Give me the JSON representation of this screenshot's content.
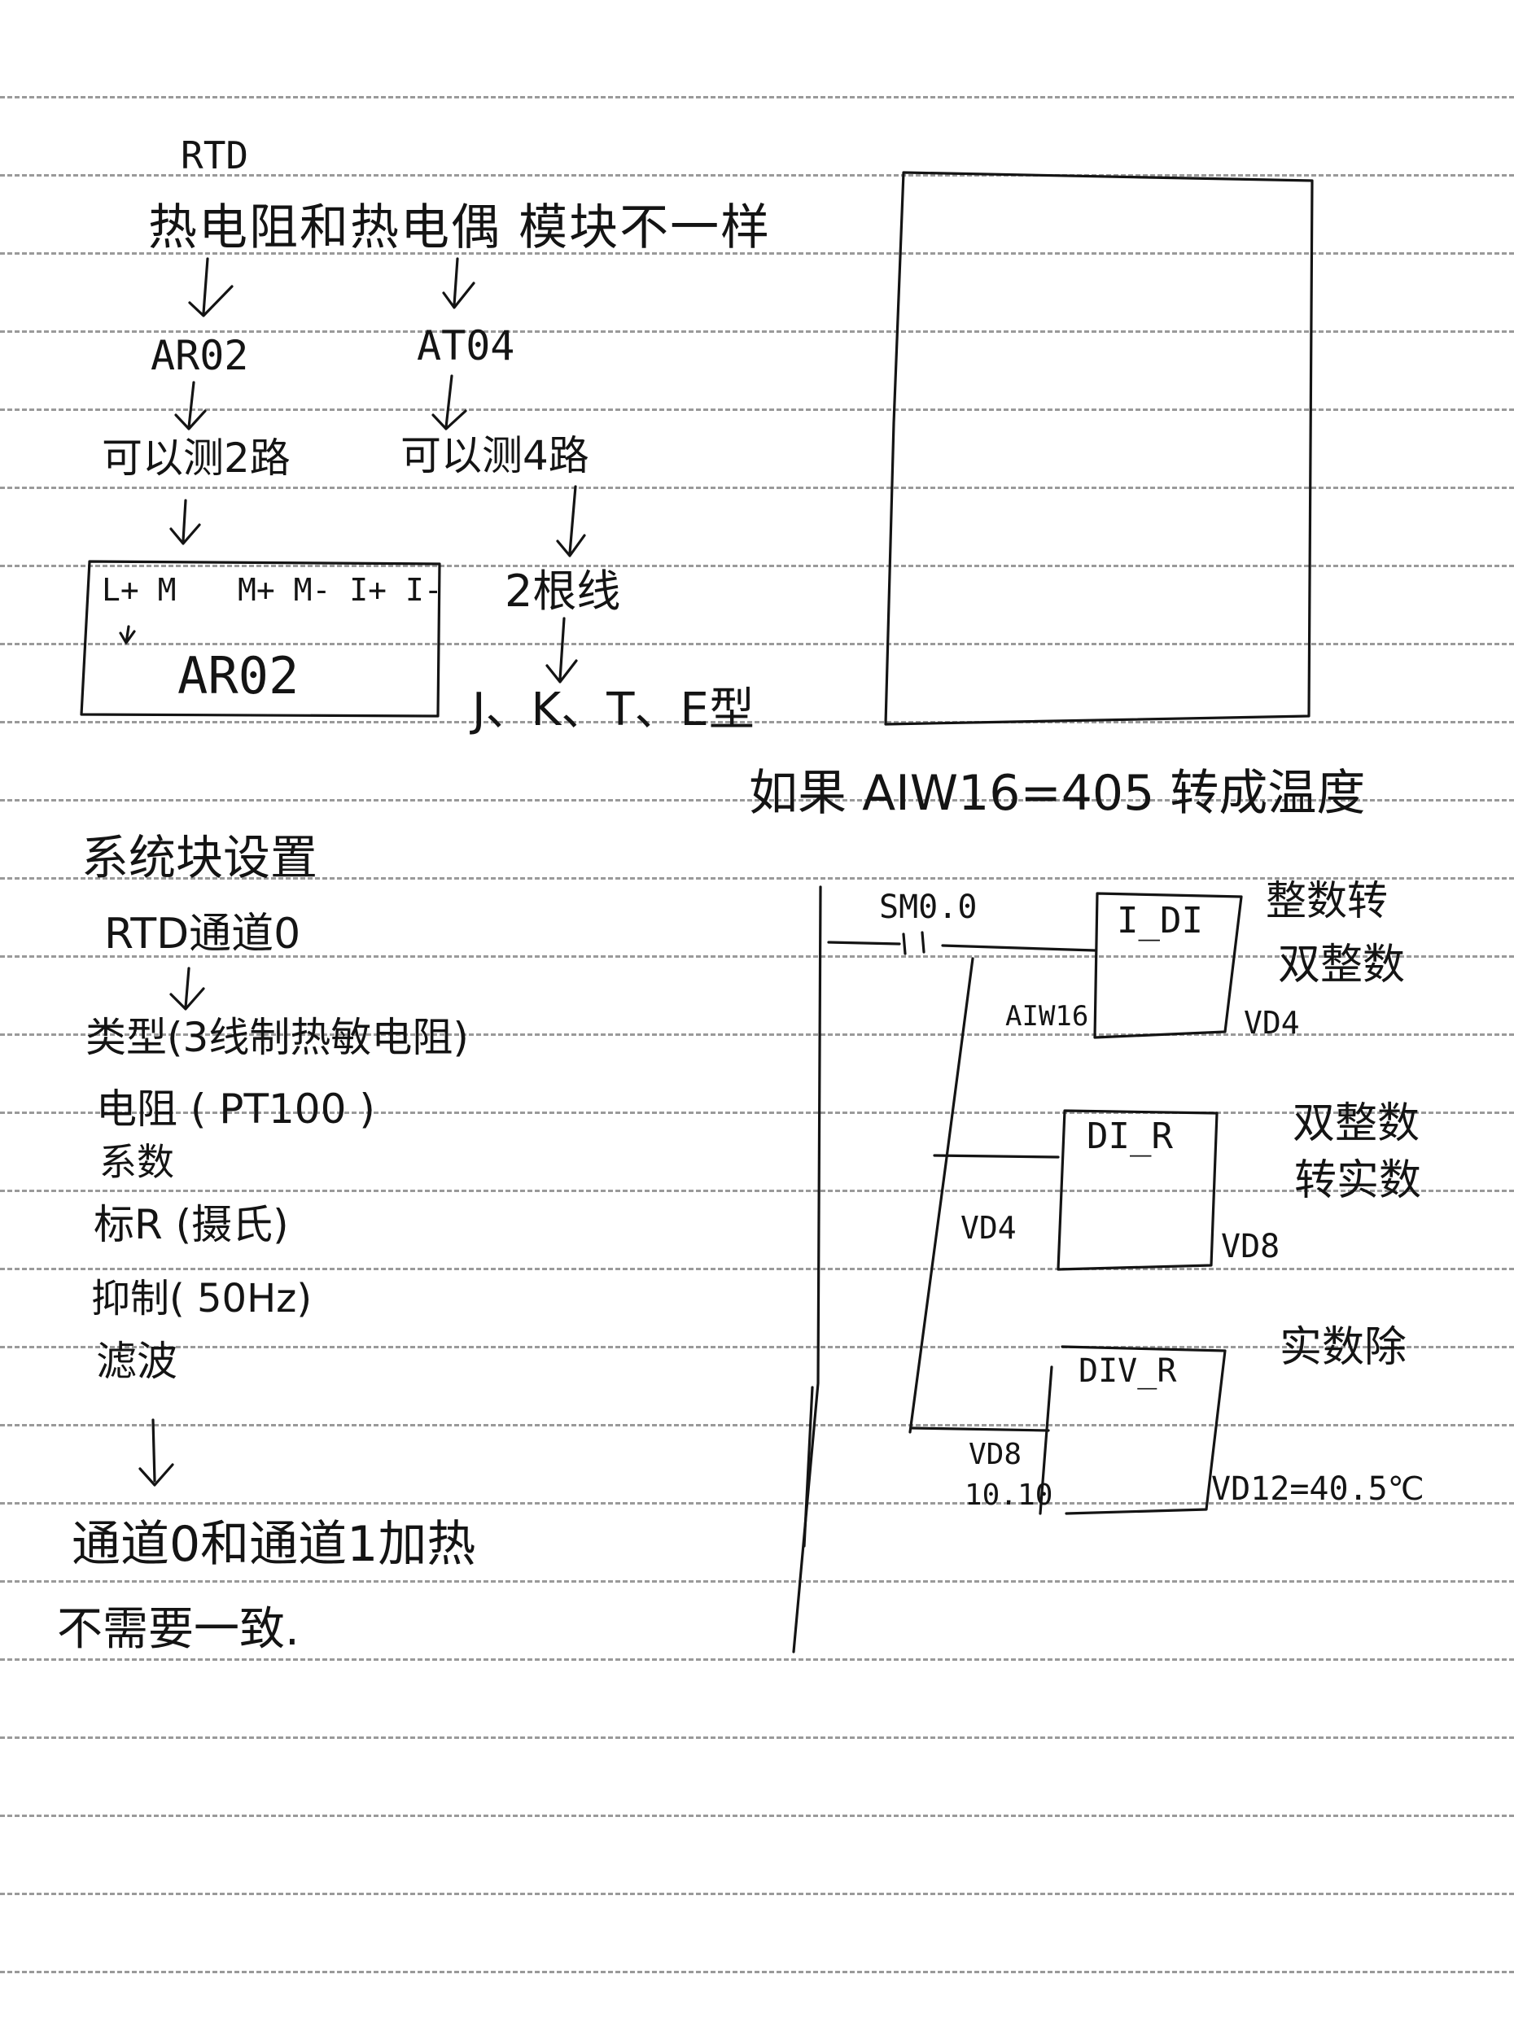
{
  "notes_left_top": {
    "rtd": "RTD",
    "heading": "热电阻和热电偶 模块不一样",
    "ar02": "AR02",
    "at04": "AT04",
    "ar02_desc": "可以测2路",
    "at04_desc": "可以测4路",
    "two_wires": "2根线",
    "types": "J、K、T、E型"
  },
  "module_box": {
    "terminals_left": "L+ M",
    "terminals_right": "M+ M- I+ I-",
    "name": "AR02"
  },
  "notes_left_bottom": {
    "system_block": "系统块设置",
    "rtd_channel": "RTD通道0",
    "type": "类型(3线制热敏电阻)",
    "resistor": "电阻 ( PT100 )",
    "coefficient": "系数",
    "scale": "标R (摄氏)",
    "suppression": "抑制( 50Hz)",
    "filter": "滤波",
    "channel_note_1": "通道0和通道1加热",
    "channel_note_2": "不需要一致."
  },
  "ladder": {
    "heading": "如果 AIW16=405 转成温度",
    "contact": "SM0.0",
    "block1": {
      "name": "I_DI",
      "input": "AIW16",
      "output": "VD4",
      "note_1": "整数转",
      "note_2": "双整数"
    },
    "block2": {
      "name": "DI_R",
      "input": "VD4",
      "output": "VD8",
      "note_1": "双整数",
      "note_2": "转实数"
    },
    "block3": {
      "name": "DIV_R",
      "input_1": "VD8",
      "input_2": "10.10",
      "output": "VD12=40.5℃",
      "note": "实数除"
    }
  }
}
